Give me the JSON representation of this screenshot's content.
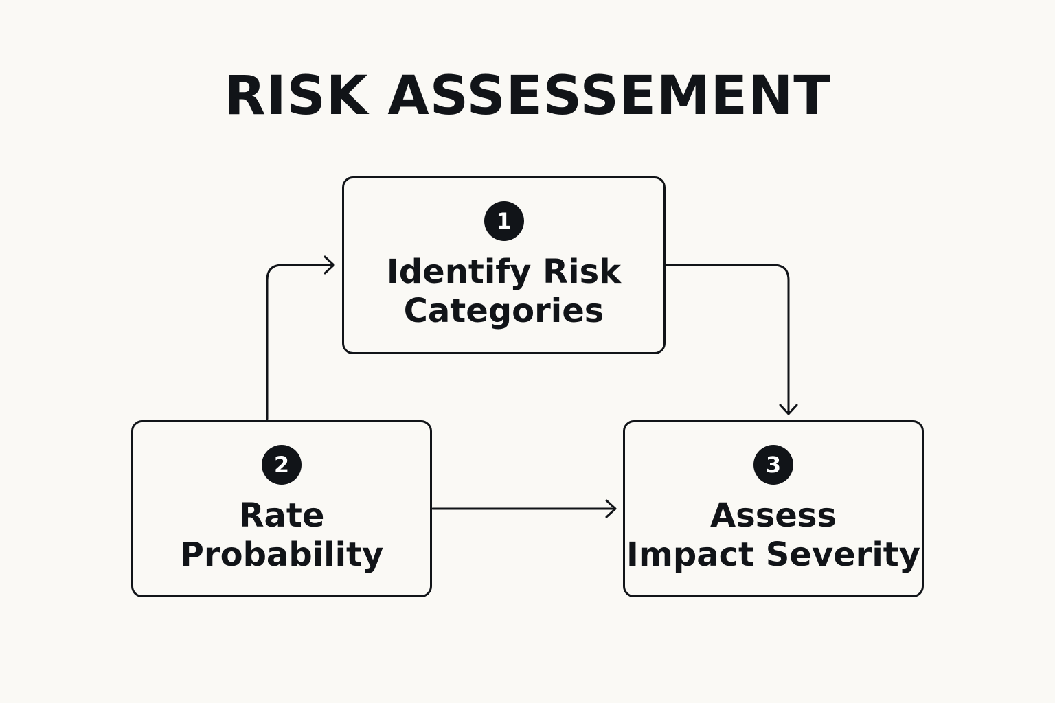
{
  "title": "RISK ASSESSEMENT",
  "steps": [
    {
      "number": "1",
      "line1": "Identify Risk",
      "line2": "Categories"
    },
    {
      "number": "2",
      "line1": "Rate",
      "line2": "Probability"
    },
    {
      "number": "3",
      "line1": "Assess",
      "line2": "Impact Severity"
    }
  ],
  "connections": [
    {
      "from": "2",
      "to": "1"
    },
    {
      "from": "1",
      "to": "3"
    },
    {
      "from": "2",
      "to": "3"
    }
  ],
  "colors": {
    "background": "#faf9f5",
    "ink": "#111418",
    "badge_text": "#ffffff"
  }
}
